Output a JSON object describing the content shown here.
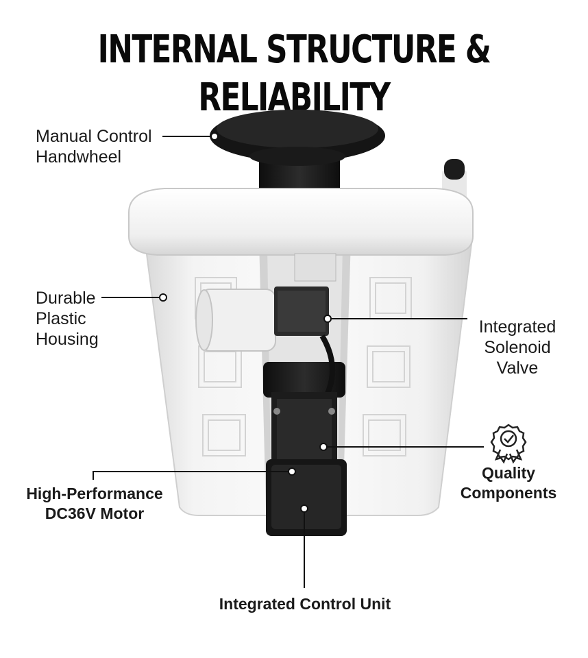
{
  "title": "INTERNAL STRUCTURE & RELIABILITY",
  "callouts": {
    "handwheel": [
      "Manual Control",
      "Handwheel"
    ],
    "housing": [
      "Durable",
      "Plastic",
      "Housing"
    ],
    "solenoid": [
      "Integrated",
      "Solenoid",
      "Valve"
    ],
    "quality": [
      "Quality",
      "Components"
    ],
    "motor": [
      "High-Performance",
      "DC36V Motor"
    ],
    "control_unit": "Integrated Control Unit"
  },
  "icons": {
    "quality": "quality-badge-icon"
  },
  "colors": {
    "background": "#ffffff",
    "text": "#111111",
    "housing": "#f2f2f2",
    "black_parts": "#1b1b1b"
  }
}
